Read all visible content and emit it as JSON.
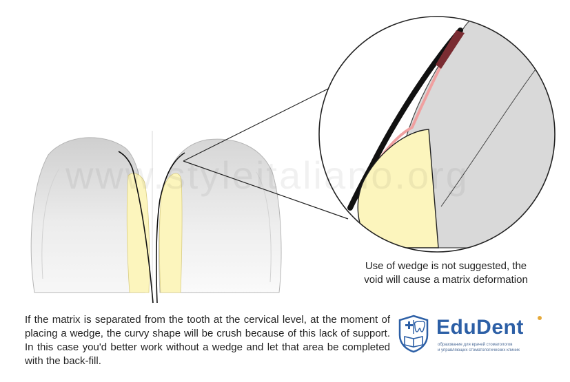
{
  "figure": {
    "caption_lines": [
      "Use of wedge is not suggested, the",
      "void will cause a matrix deformation"
    ],
    "body_text": "If the matrix is separated from the tooth at the cervical level, at the moment of placing a wedge, the curvy shape will be crush because of this lack of support. In this case you'd better work without a wedge and let that area be completed with the back-fill.",
    "watermark": "www.styleitaliano.org",
    "colors": {
      "tooth": "#e6e6e6",
      "tooth_dark": "#c9c9c9",
      "wedge": "#fcf5bd",
      "matrix": "#111111",
      "matrix_tip": "#7a2c32",
      "deformation": "#f0a0a0"
    }
  },
  "logo": {
    "name": "EduDent",
    "tagline_lines": [
      "образование для врачей стоматологов",
      "и управляющих стоматологических клиник"
    ],
    "colors": {
      "name": "#2c5fa6",
      "accent": "#e5a93a"
    },
    "icons": [
      "shield-icon",
      "cross-icon",
      "tooth-icon",
      "book-icon"
    ]
  }
}
